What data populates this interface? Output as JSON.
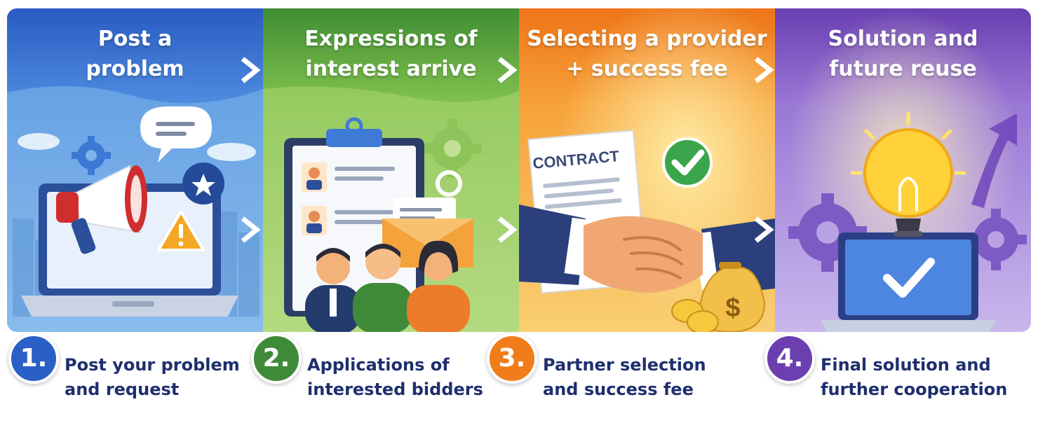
{
  "panels": [
    {
      "title_line1": "Post a",
      "title_line2": "problem",
      "color": "#2e63c7",
      "icon": "megaphone-laptop-icon"
    },
    {
      "title_line1": "Expressions of",
      "title_line2": "interest arrive",
      "color": "#4b9a35",
      "icon": "clipboard-applicants-icon"
    },
    {
      "title_line1": "Selecting a provider",
      "title_line2": "+ success fee",
      "color": "#ee7b16",
      "icon": "contract-handshake-icon"
    },
    {
      "title_line1": "Solution and",
      "title_line2": "future reuse",
      "color": "#7045b5",
      "icon": "lightbulb-laptop-icon"
    }
  ],
  "illustration_text": {
    "contract_label": "CONTRACT",
    "money_symbol": "$"
  },
  "steps": [
    {
      "number": "1.",
      "line1": "Post your problem",
      "line2": "and request",
      "color": "#2a5fc6"
    },
    {
      "number": "2.",
      "line1": "Applications of",
      "line2": "interested bidders",
      "color": "#3f8a38"
    },
    {
      "number": "3.",
      "line1": "Partner selection",
      "line2": "and success fee",
      "color": "#f07d1a"
    },
    {
      "number": "4.",
      "line1": "Final solution and",
      "line2": "further cooperation",
      "color": "#6b3fb0"
    }
  ]
}
